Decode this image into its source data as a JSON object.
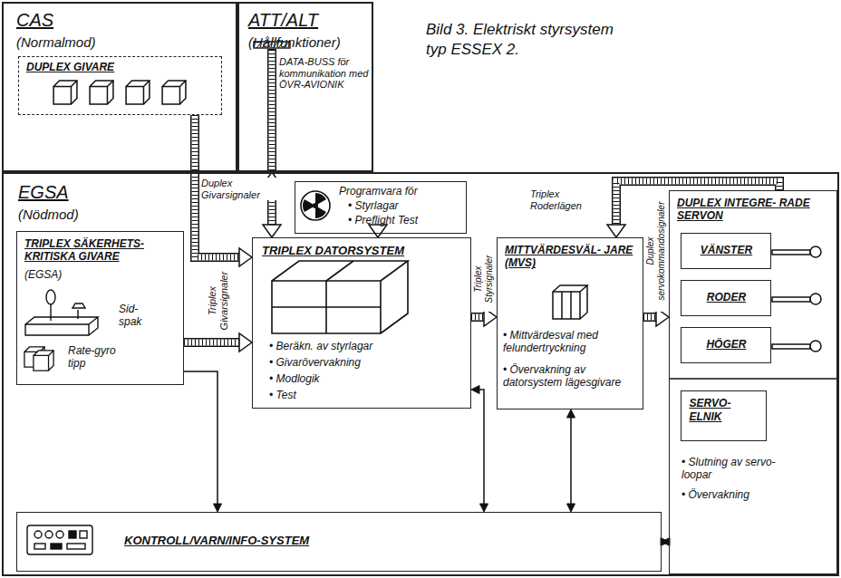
{
  "diagram": {
    "caption": "Bild 3. Elektriskt styrsystem typ ESSEX 2.",
    "nodes": [
      {
        "text": [
          "CAS",
          "(Normalmod)"
        ]
      },
      {
        "text": [
          "DUPLEX GIVARE"
        ],
        "in": 0
      },
      {
        "text": [
          "ATT/ALT",
          "(Hållfunktioner)"
        ]
      },
      {
        "text": [
          "EGSA",
          "(Nödmod)"
        ]
      },
      {
        "text": [
          "TRIPLEX SÄKERHETS- KRITISKA GIVARE",
          "(EGSA)",
          "Sid- spak",
          "Rate-gyro tipp"
        ],
        "in": 3
      },
      {
        "text": [
          "Programvara för",
          "• Styrlagar",
          "• Preflight Test"
        ],
        "in": 3
      },
      {
        "text": [
          "TRIPLEX DATORSYSTEM",
          "• Beräkn. av styrlagar",
          "• Givarövervakning",
          "• Modlogik",
          "• Test"
        ],
        "in": 3
      },
      {
        "text": [
          "MITTVÄRDESVÄL- JARE (MVS)",
          "• Mittvärdesval med felundertryckning",
          "• Övervakning av datorsystem lägesgivare"
        ],
        "in": 3
      },
      {
        "text": [
          "DUPLEX INTEGRE- RADE SERVON"
        ],
        "in": 3
      },
      {
        "text": [
          "VÄNSTER"
        ],
        "in": 8
      },
      {
        "text": [
          "RODER"
        ],
        "in": 8
      },
      {
        "text": [
          "HÖGER"
        ],
        "in": 8
      },
      {
        "text": [
          "SERVO- ELNIK"
        ],
        "in": 8
      },
      {
        "text": [
          "KONTROLL/VARN/INFO-SYSTEM"
        ],
        "in": 3
      }
    ],
    "edges": [
      {
        "from": 1,
        "to": 6,
        "arrow": "to",
        "label": "Duplex Givarsignaler"
      },
      {
        "from": 2,
        "to": 6,
        "arrow": "both",
        "label": "DATA-BUSS för kommunikation med ÖVR-AVIONIK"
      },
      {
        "from": 5,
        "to": 6,
        "arrow": "to"
      },
      {
        "from": 4,
        "to": 6,
        "arrow": "to",
        "label": "Triplex Givarsignaler"
      },
      {
        "from": 6,
        "to": 7,
        "arrow": "to",
        "label": "Triplex Styrsignaler"
      },
      {
        "from": 7,
        "to": 8,
        "arrow": "to",
        "label": "Duplex servokommandosignaler"
      },
      {
        "from": 8,
        "to": 7,
        "arrow": "to",
        "label": "Triplex Roderlägen"
      },
      {
        "from": 4,
        "to": 13,
        "arrow": "to"
      },
      {
        "from": 6,
        "to": 13,
        "arrow": "both"
      },
      {
        "from": 7,
        "to": 13,
        "arrow": "both"
      },
      {
        "from": 13,
        "to": 8,
        "arrow": "both"
      }
    ],
    "labels": [
      "• Slutning av servo- loopar",
      "• Övervakning"
    ]
  }
}
